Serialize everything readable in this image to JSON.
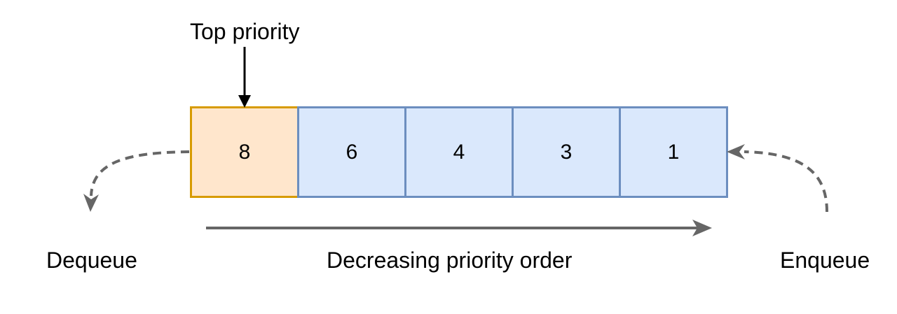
{
  "labels": {
    "top_priority": "Top priority",
    "dequeue": "Dequeue",
    "order": "Decreasing priority order",
    "enqueue": "Enqueue"
  },
  "cells": [
    "8",
    "6",
    "4",
    "3",
    "1"
  ],
  "colors": {
    "top_fill": "#ffe6cc",
    "top_border": "#d79b00",
    "cell_fill": "#dae8fc",
    "cell_border": "#6c8ebf",
    "arrow_gray": "#666666"
  }
}
